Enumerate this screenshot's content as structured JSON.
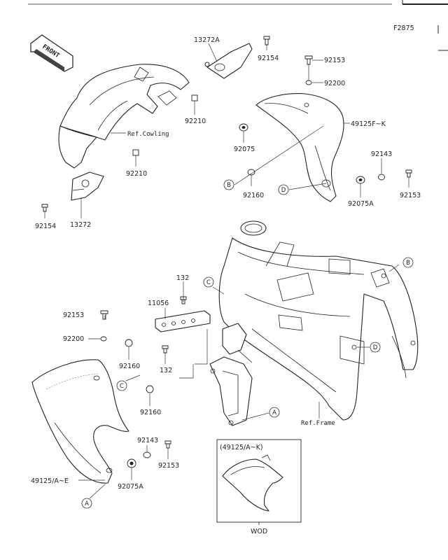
{
  "figure_code": "F2875",
  "front_arrow": "FRONT",
  "labels": {
    "p13272A": "13272A",
    "p92154_top": "92154",
    "p92153_top": "92153",
    "p92200_top": "92200",
    "p49125FK": "49125F~K",
    "p92210_a": "92210",
    "ref_cowling": "Ref.Cowling",
    "p92210_b": "92210",
    "p92075": "92075",
    "p92143_r": "92143",
    "p92160_r": "92160",
    "p92075A_r": "92075A",
    "p92153_r": "92153",
    "p92154_l": "92154",
    "p13272": "13272",
    "p132_top": "132",
    "p11056": "11056",
    "p92153_l": "92153",
    "p92200_l": "92200",
    "p92160_l1": "92160",
    "p132_bot": "132",
    "p92160_l2": "92160",
    "p92143_l": "92143",
    "p92153_b": "92153",
    "p92075A_l": "92075A",
    "p49125AE": "49125/A~E",
    "ref_frame": "Ref.Frame",
    "inset_title": "(49125/A~K)",
    "inset_caption": "WOD"
  },
  "callouts": {
    "b1": "B",
    "b2": "B",
    "d1": "D",
    "d2": "D",
    "c1": "C",
    "c2": "C",
    "a1": "A",
    "a2": "A"
  },
  "icons": {
    "front_arrow": "front-direction-arrow-icon",
    "screw": "screw-bolt-icon",
    "grommet": "rubber-grommet-icon",
    "washer": "washer-icon",
    "clip": "clip-nut-icon"
  }
}
